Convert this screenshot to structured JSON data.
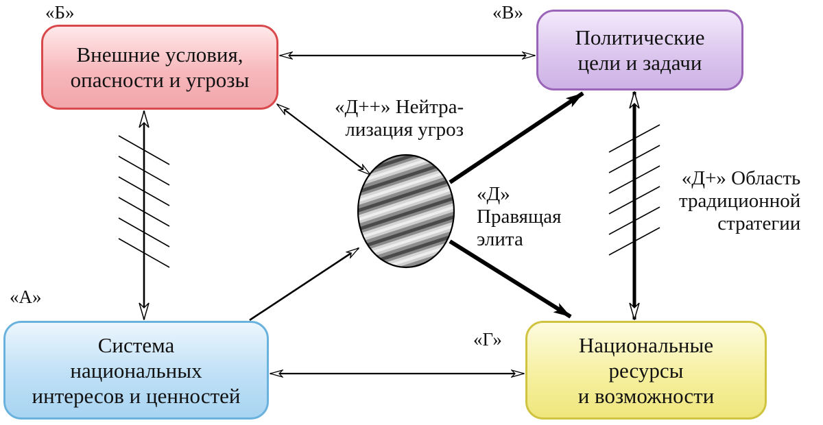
{
  "boxes": {
    "external": {
      "tag": "«Б»",
      "text": "Внешние условия,\nопасности и угрозы"
    },
    "political": {
      "tag": "«В»",
      "text": "Политические\nцели и задачи"
    },
    "interests": {
      "tag": "«А»",
      "text": "Система\nнациональных\nинтересов и ценностей"
    },
    "resources": {
      "tag": "«Г»",
      "text": "Национальные\nресурсы\nи возможности"
    }
  },
  "labels": {
    "neutralization": "«Д++» Нейтра-\nлизация угроз",
    "elite": "«Д»\nПравящая\nэлита",
    "traditional": "«Д+» Область\nтрадиционной\nстратегии"
  },
  "colors": {
    "external_border": "#d9484a",
    "political_border": "#9a64b8",
    "interests_border": "#6ab2de",
    "resources_border": "#cfc340",
    "arrow": "#000000"
  }
}
